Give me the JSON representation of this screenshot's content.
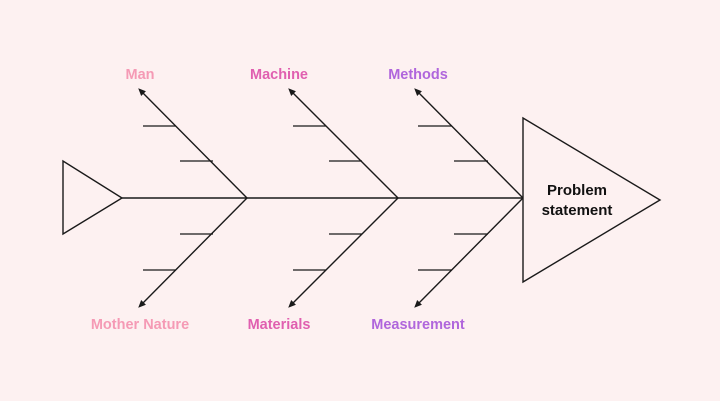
{
  "colors": {
    "background": "#fdf1f1",
    "line": "#1a1a1a",
    "text_dark": "#111111",
    "cat_pink_light": "#f59ab5",
    "cat_pink": "#e05fb0",
    "cat_purple": "#b066dc"
  },
  "problem": {
    "line1": "Problem",
    "line2": "statement"
  },
  "categories_top": [
    {
      "label": "Man",
      "color": "#f59ab5"
    },
    {
      "label": "Machine",
      "color": "#e05fb0"
    },
    {
      "label": "Methods",
      "color": "#b066dc"
    }
  ],
  "categories_bottom": [
    {
      "label": "Mother Nature",
      "color": "#f59ab5"
    },
    {
      "label": "Materials",
      "color": "#e05fb0"
    },
    {
      "label": "Measurement",
      "color": "#b066dc"
    }
  ]
}
